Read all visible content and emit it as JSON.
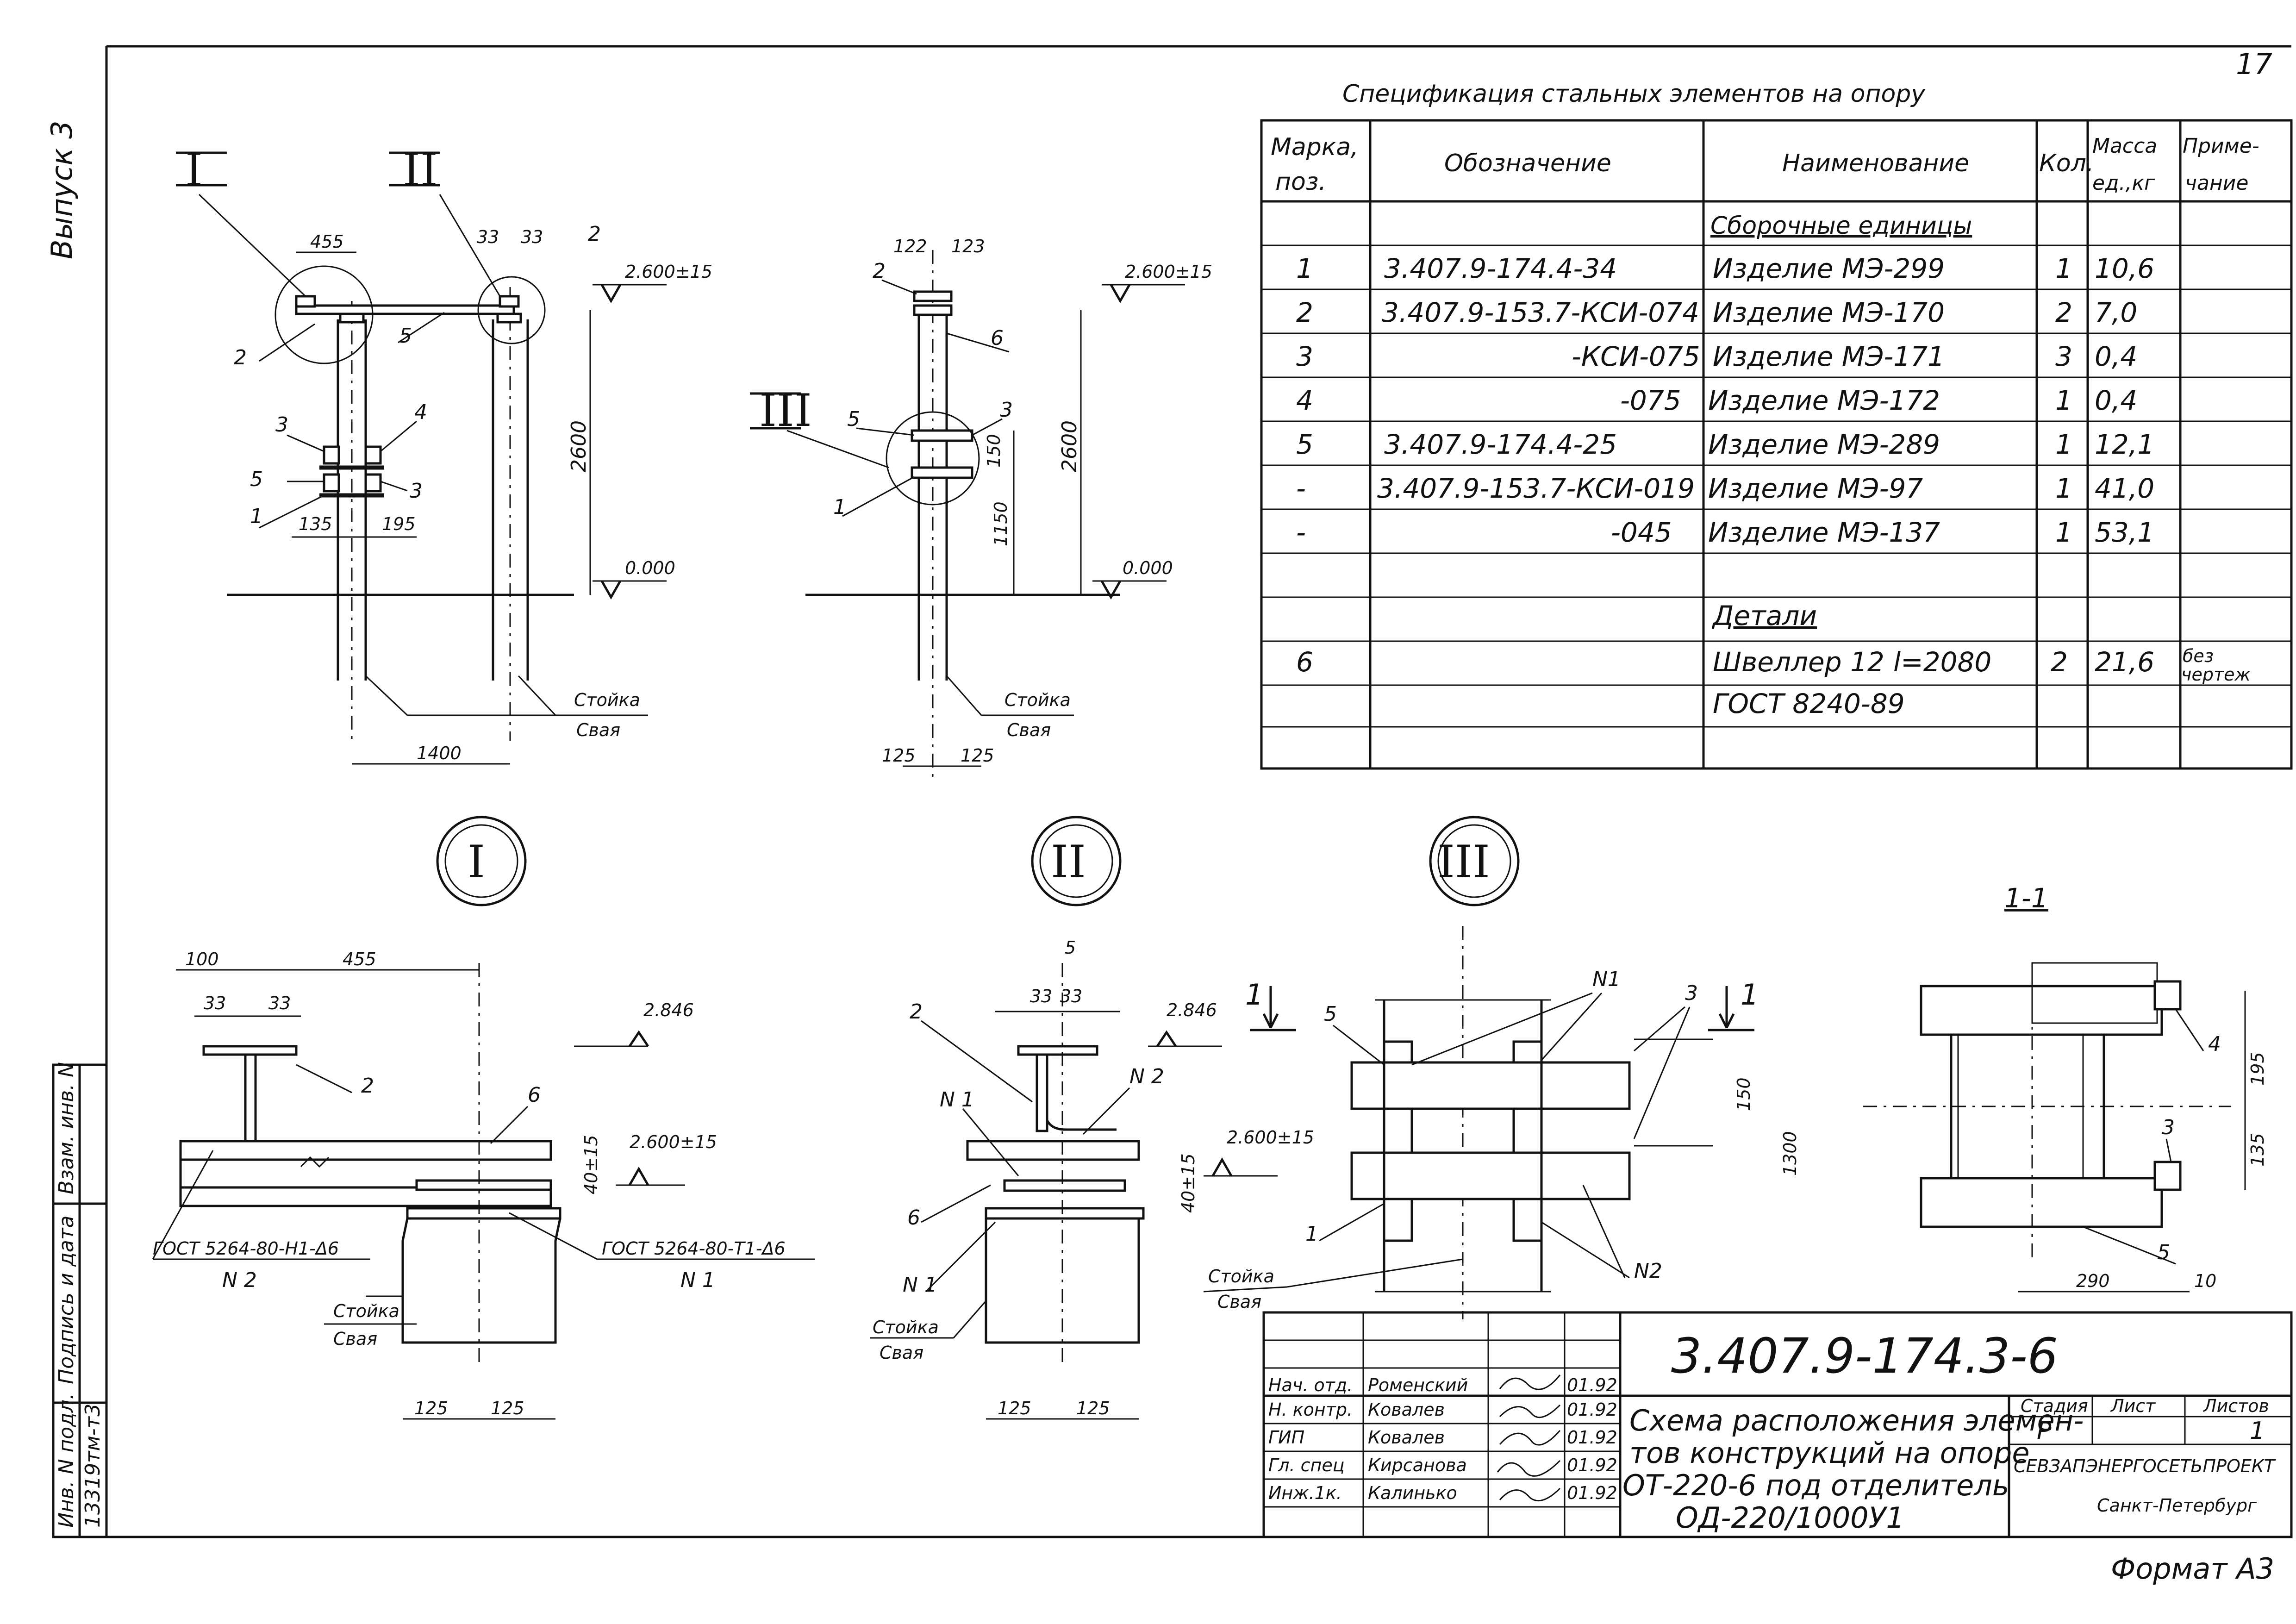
{
  "page_number": "17",
  "series": "Выпуск 3",
  "format": "Формат А3",
  "spec": {
    "title": "Спецификация стальных элементов на опору",
    "headers": [
      "Марка, поз.",
      "Обозначение",
      "Наименование",
      "Кол.",
      "Масса ед.,кг",
      "Приме-чание"
    ],
    "group_assembly": "Сборочные единицы",
    "group_details": "Детали",
    "rows": [
      {
        "mark": "1",
        "designation": "3.407.9-174.4-34",
        "name": "Изделие МЭ-299",
        "qty": "1",
        "mass": "10,6",
        "note": ""
      },
      {
        "mark": "2",
        "designation": "3.407.9-153.7-КСИ-074",
        "name": "Изделие МЭ-170",
        "qty": "2",
        "mass": "7,0",
        "note": ""
      },
      {
        "mark": "3",
        "designation": "-КСИ-075",
        "name": "Изделие МЭ-171",
        "qty": "3",
        "mass": "0,4",
        "note": ""
      },
      {
        "mark": "4",
        "designation": "-075",
        "name": "Изделие МЭ-172",
        "qty": "1",
        "mass": "0,4",
        "note": ""
      },
      {
        "mark": "5",
        "designation": "3.407.9-174.4-25",
        "name": "Изделие МЭ-289",
        "qty": "1",
        "mass": "12,1",
        "note": ""
      },
      {
        "mark": "-",
        "designation": "3.407.9-153.7-КСИ-019",
        "name": "Изделие МЭ-97",
        "qty": "1",
        "mass": "41,0",
        "note": ""
      },
      {
        "mark": "-",
        "designation": "-045",
        "name": "Изделие МЭ-137",
        "qty": "1",
        "mass": "53,1",
        "note": ""
      }
    ],
    "detail_row": {
      "mark": "6",
      "name": "Швеллер 12",
      "length": "l=2080",
      "qty": "2",
      "mass": "21,6",
      "note": "без чертеж",
      "standard": "ГОСТ 8240-89"
    }
  },
  "drawing": {
    "elev_top": "2.600±15",
    "elev_zero": "0.000",
    "elev_2846": "2.846",
    "height_2600": "2600",
    "stoika": "Стойка",
    "svaya": "Свая",
    "dims": {
      "d455": "455",
      "d33": "33",
      "d1400": "1400",
      "d135": "135",
      "d195": "195",
      "d122": "122",
      "d123": "123",
      "d150": "150",
      "d1150": "1150",
      "d125": "125",
      "d100": "100",
      "d40": "40±15",
      "d5": "5",
      "d1300": "1300",
      "d290": "290",
      "d10": "10"
    },
    "roman_1": "I",
    "roman_2": "II",
    "roman_3": "III",
    "section": "1-1",
    "gost_n2": "ГОСТ 5264-80-Н1-Δ6",
    "gost_n1": "ГОСТ 5264-80-Т1-Δ6",
    "weld_n1": "N 1",
    "weld_n2": "N 2",
    "label_n1": "N1",
    "label_n2": "N2"
  },
  "title_block": {
    "doc_code": "3.407.9-174.3-6",
    "description": [
      "Схема расположения элемен-",
      "тов конструкций на опоре",
      "ОТ-220-6 под отделитель",
      "ОД-220/1000У1"
    ],
    "stage_label": "Стадия",
    "sheet_label": "Лист",
    "sheets_label": "Листов",
    "stage": "Р",
    "sheets": "1",
    "org": "СЕВЗАПЭНЕРГОСЕТЬПРОЕКТ",
    "city": "Санкт-Петербург",
    "people": [
      {
        "role": "Нач. отд.",
        "name": "Роменский",
        "date": "01.92"
      },
      {
        "role": "Н. контр.",
        "name": "Ковалев",
        "date": "01.92"
      },
      {
        "role": "ГИП",
        "name": "Ковалев",
        "date": "01.92"
      },
      {
        "role": "Гл. спец",
        "name": "Кирсанова",
        "date": "01.92"
      },
      {
        "role": "Инж.1к.",
        "name": "Калинько",
        "date": "01.92"
      }
    ]
  },
  "side_stamp": {
    "vzam": "Взам. инв. N",
    "podpis": "Подпись и дата",
    "inv": "Инв. N подл.",
    "inv_value": "13319тм-т3"
  }
}
